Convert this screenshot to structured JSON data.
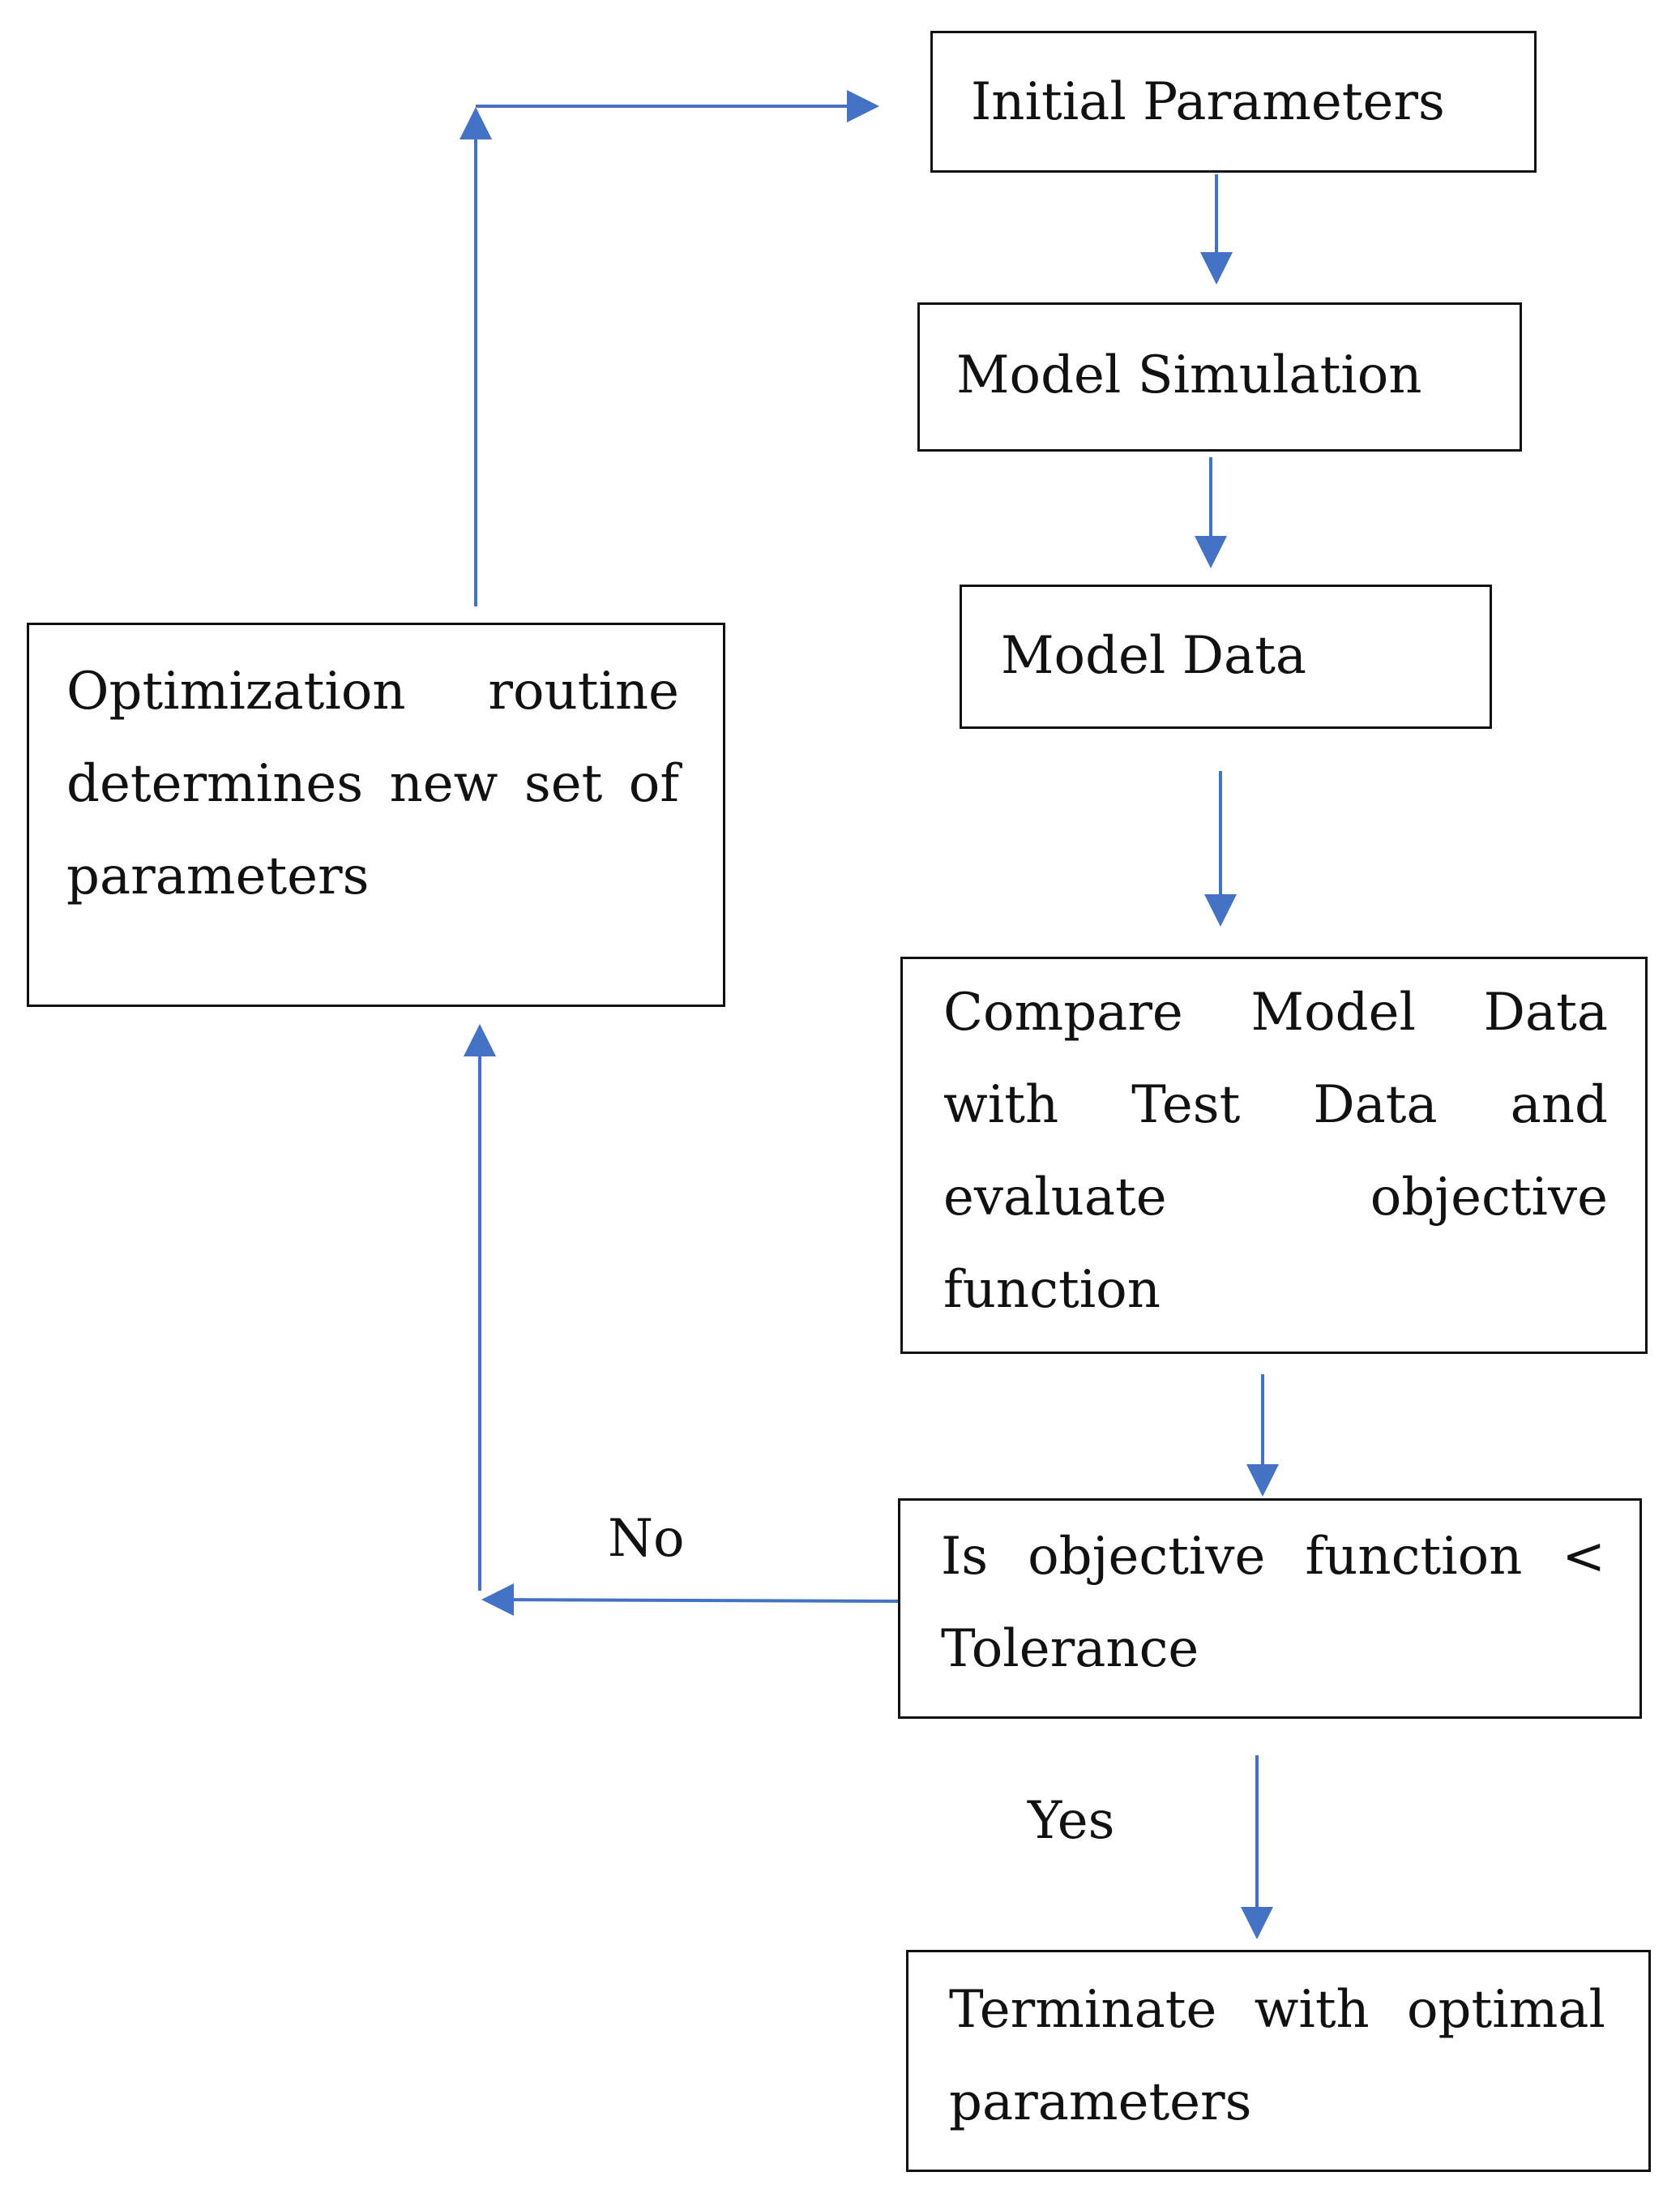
{
  "nodes": {
    "initial_parameters": {
      "label": "Initial Parameters"
    },
    "model_simulation": {
      "label": "Model Simulation"
    },
    "model_data": {
      "label": "Model Data"
    },
    "compare": {
      "lines": [
        "Compare Model Data",
        "with Test Data and",
        "evaluate objective",
        "function"
      ]
    },
    "decision": {
      "lines": [
        "Is objective function <",
        "Tolerance"
      ]
    },
    "terminate": {
      "lines": [
        "Terminate with optimal",
        "parameters"
      ]
    },
    "optimization": {
      "lines": [
        "Optimization routine",
        "determines new set of",
        "parameters"
      ]
    }
  },
  "edges": {
    "no_label": "No",
    "yes_label": "Yes"
  },
  "colors": {
    "arrow": "#4472C4",
    "box_border": "#111111"
  }
}
